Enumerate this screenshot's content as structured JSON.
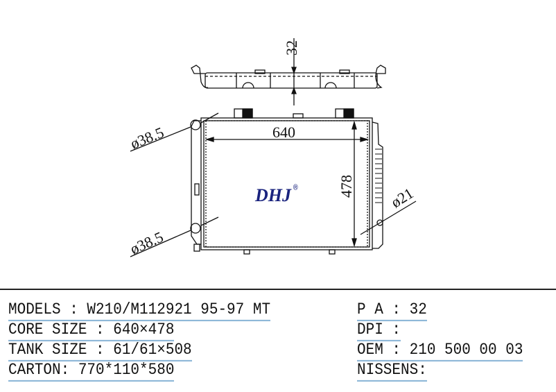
{
  "drawing": {
    "dim_depth": "32",
    "dim_width": "640",
    "dim_height": "478",
    "dim_inlet": "ø38.5",
    "dim_outlet": "ø38.5",
    "dim_small": "ø21",
    "logo": "DHJ",
    "logo_mark": "®",
    "logo_color": "#1a237e"
  },
  "specs": {
    "models": "MODELS : W210/M112921 95-97 MT",
    "core_size": "CORE SIZE : 640×478",
    "tank_size": "TANK SIZE : 61/61×508",
    "carton": "CARTON: 770*110*580",
    "pa": "P A : 32",
    "dpi": "DPI :",
    "oem": "OEM : 210 500 00 03",
    "nissens": "NISSENS:"
  }
}
